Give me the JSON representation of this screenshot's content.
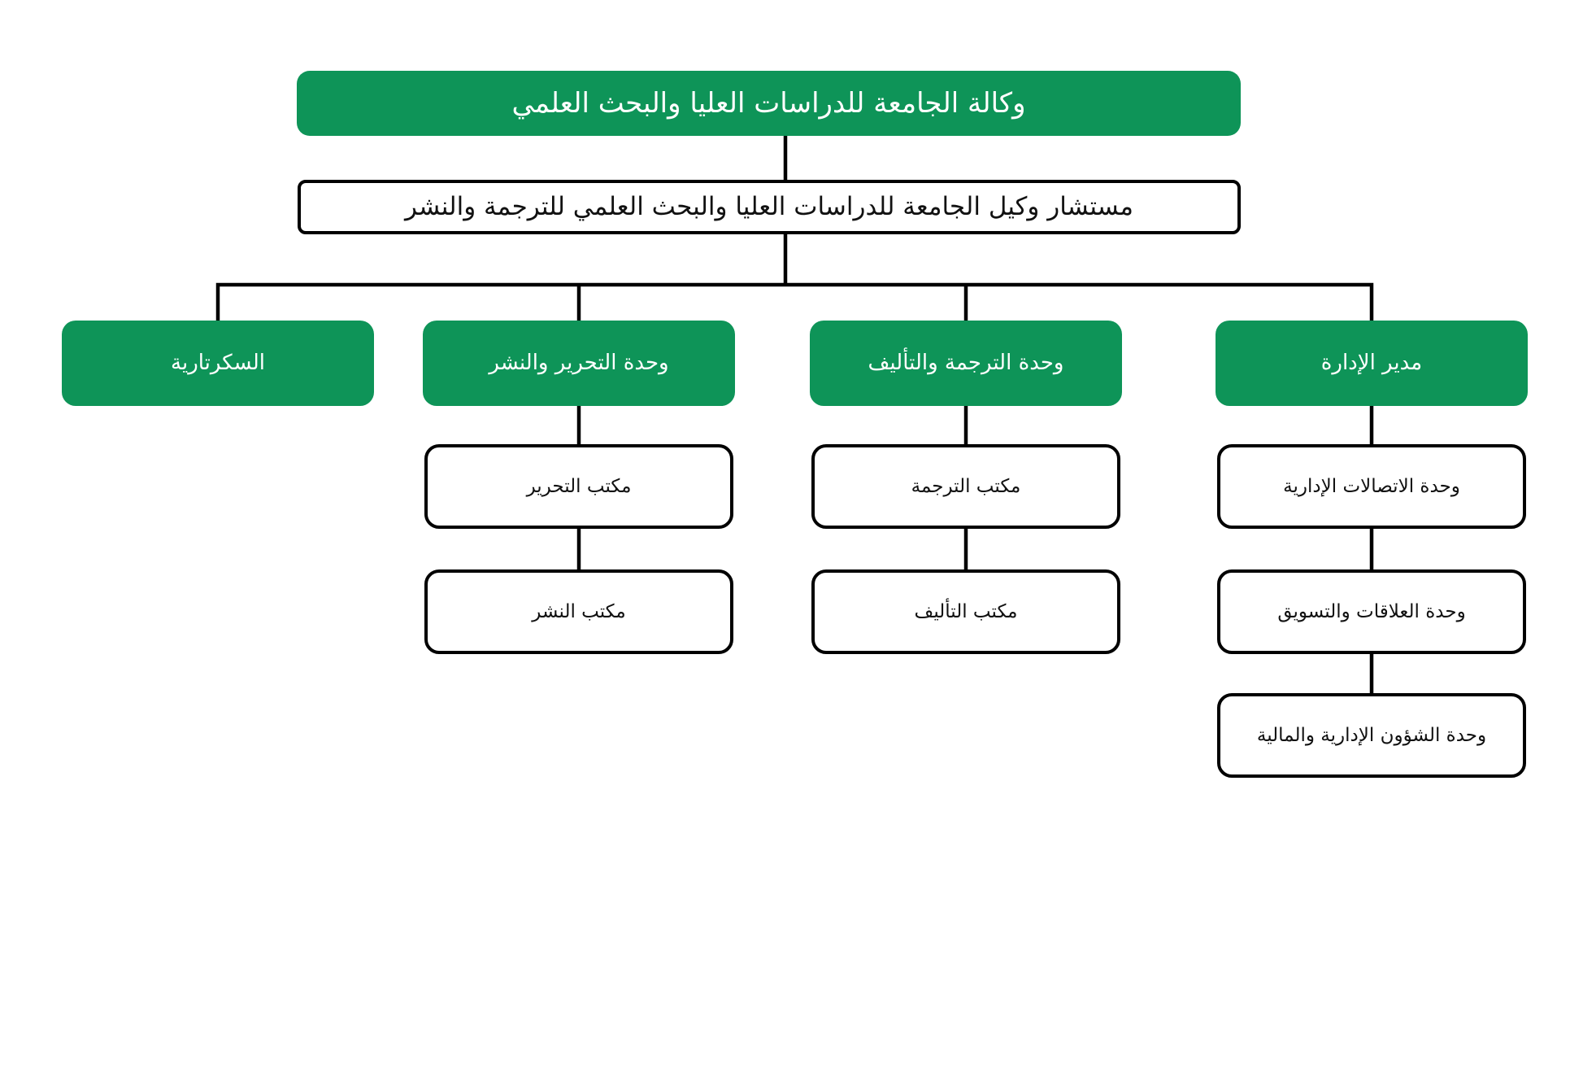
{
  "diagram": {
    "type": "org-chart",
    "language": "ar",
    "colors": {
      "unit_fill_green": "#0E9458",
      "office_fill": "#FFFFFF",
      "border_and_lines": "#000000",
      "text_on_green": "#FFFFFF",
      "text_on_white": "#111111",
      "background": "#FFFFFF"
    },
    "nodes": {
      "root": {
        "label": "وكالة الجامعة للدراسات العليا والبحث العلمي"
      },
      "advisor": {
        "label": "مستشار وكيل الجامعة للدراسات العليا والبحث العلمي للترجمة والنشر"
      },
      "secretariat": {
        "label": "السكرتارية"
      },
      "editing_publishing_unit": {
        "label": "وحدة التحرير والنشر"
      },
      "translation_authoring_unit": {
        "label": "وحدة الترجمة والتأليف"
      },
      "admin_director": {
        "label": "مدير الإدارة"
      },
      "editing_office": {
        "label": "مكتب التحرير"
      },
      "publishing_office": {
        "label": "مكتب النشر"
      },
      "translation_office": {
        "label": "مكتب الترجمة"
      },
      "authoring_office": {
        "label": "مكتب التأليف"
      },
      "admin_communications_unit": {
        "label": "وحدة الاتصالات الإدارية"
      },
      "relations_marketing_unit": {
        "label": "وحدة العلاقات والتسويق"
      },
      "admin_financial_affairs_unit": {
        "label": "وحدة الشؤون الإدارية والمالية"
      }
    },
    "edges": [
      [
        "root",
        "advisor"
      ],
      [
        "advisor",
        "secretariat"
      ],
      [
        "advisor",
        "editing_publishing_unit"
      ],
      [
        "advisor",
        "translation_authoring_unit"
      ],
      [
        "advisor",
        "admin_director"
      ],
      [
        "editing_publishing_unit",
        "editing_office"
      ],
      [
        "editing_office",
        "publishing_office"
      ],
      [
        "translation_authoring_unit",
        "translation_office"
      ],
      [
        "translation_office",
        "authoring_office"
      ],
      [
        "admin_director",
        "admin_communications_unit"
      ],
      [
        "admin_communications_unit",
        "relations_marketing_unit"
      ],
      [
        "relations_marketing_unit",
        "admin_financial_affairs_unit"
      ]
    ]
  }
}
